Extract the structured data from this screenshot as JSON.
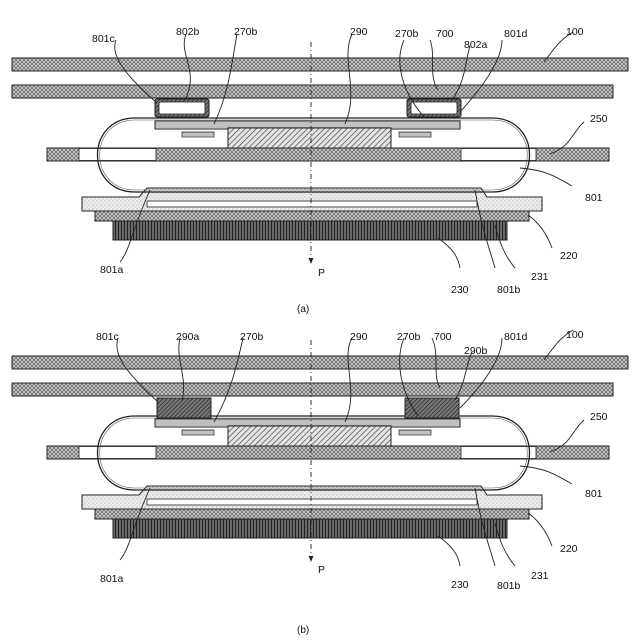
{
  "panel_a": {
    "caption": "(a)",
    "axis_label": "P",
    "labels": {
      "l801c": "801c",
      "l802b": "802b",
      "l270b_left": "270b",
      "l290": "290",
      "l270b_right": "270b",
      "l700": "700",
      "l802a": "802a",
      "l801d": "801d",
      "l100": "100",
      "l250": "250",
      "l801": "801",
      "l220": "220",
      "l231": "231",
      "l801b": "801b",
      "l230": "230",
      "l801a": "801a"
    }
  },
  "panel_b": {
    "caption": "(b)",
    "axis_label": "P",
    "labels": {
      "l801c": "801c",
      "l290a": "290a",
      "l270b_left": "270b",
      "l290": "290",
      "l270b_right": "270b",
      "l700": "700",
      "l290b": "290b",
      "l801d": "801d",
      "l100": "100",
      "l250": "250",
      "l801": "801",
      "l220": "220",
      "l231": "231",
      "l801b": "801b",
      "l230": "230",
      "l801a": "801a"
    }
  }
}
